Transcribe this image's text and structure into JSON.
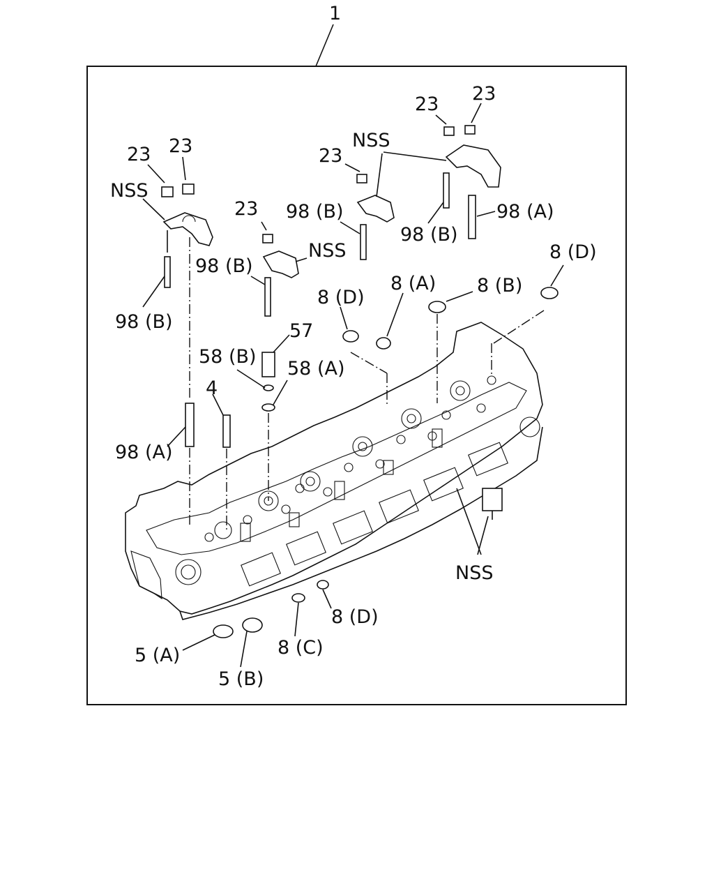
{
  "diagram": {
    "labels": {
      "assembly": "1",
      "nut_a": "23",
      "nut_b": "23",
      "nut_c": "23",
      "nut_d": "23",
      "nut_e": "23",
      "nut_f": "23",
      "nss_left": "NSS",
      "nss_mid": "NSS",
      "nss_top": "NSS",
      "nss_bottom": "NSS",
      "stud_98b_left": "98 (B)",
      "stud_98b_mid": "98 (B)",
      "stud_98b_top": "98 (B)",
      "stud_98b_right": "98 (B)",
      "stud_98a_right": "98 (A)",
      "stud_98a_left": "98 (A)",
      "plug_8d_top": "8 (D)",
      "plug_8d_left": "8 (D)",
      "plug_8d_bottom": "8 (D)",
      "plug_8a": "8 (A)",
      "plug_8b": "8 (B)",
      "plug_8c": "8 (C)",
      "part_57": "57",
      "washer_58b": "58 (B)",
      "washer_58a": "58 (A)",
      "pin_4": "4",
      "seal_5a": "5 (A)",
      "seal_5b": "5 (B)"
    }
  }
}
